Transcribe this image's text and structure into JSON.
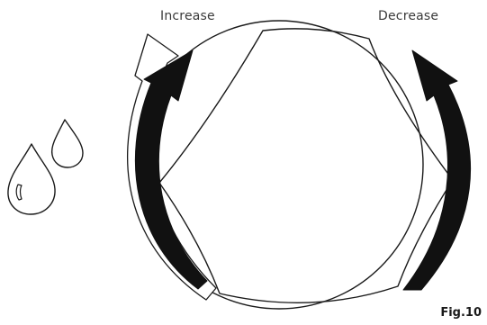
{
  "labels": {
    "increase": "Increase",
    "decrease": "Decrease",
    "figure": "Fig.10"
  },
  "icons": {
    "left_arrow": "curved-arrow-up-icon",
    "right_arrow": "curved-arrow-up-icon",
    "drops": "water-drop-icon"
  },
  "colors": {
    "line": "#1a1a1a",
    "fill": "#111111",
    "background": "#ffffff"
  }
}
